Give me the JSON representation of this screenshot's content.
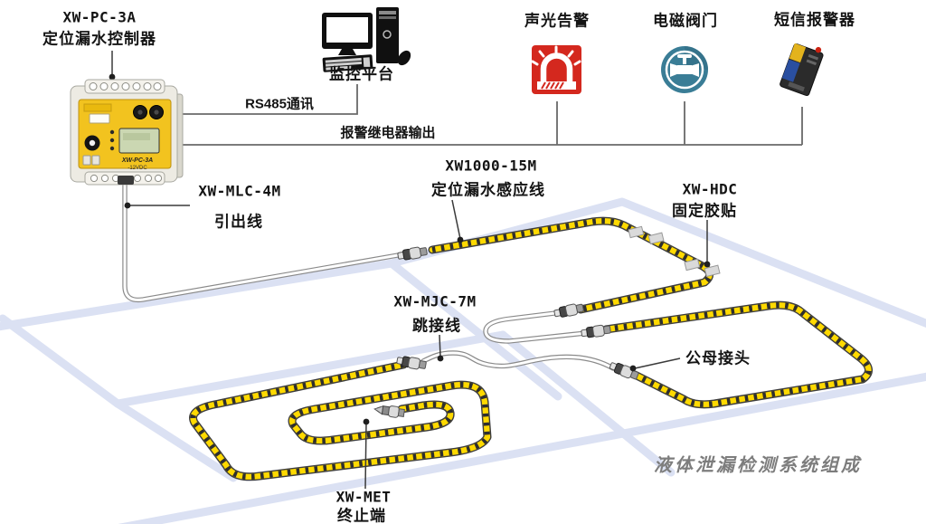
{
  "diagram_title": "液体泄漏检测系统组成",
  "controller": {
    "model": "XW-PC-3A",
    "name": "定位漏水控制器",
    "face_line1": "XW-PC-3A",
    "face_line2": "-12VDC"
  },
  "monitor_platform": {
    "label": "监控平台"
  },
  "connections": {
    "rs485": "RS485通讯",
    "relay_output": "报警继电器输出"
  },
  "alarm_devices": [
    {
      "label": "声光告警",
      "icon": "siren-icon"
    },
    {
      "label": "电磁阀门",
      "icon": "valve-icon"
    },
    {
      "label": "短信报警器",
      "icon": "sms-alarm-icon"
    }
  ],
  "components": {
    "lead_wire": {
      "model": "XW-MLC-4M",
      "name": "引出线"
    },
    "sensing_cable": {
      "model": "XW1000-15M",
      "name": "定位漏水感应线"
    },
    "adhesive": {
      "model": "XW-HDC",
      "name": "固定胶贴"
    },
    "jumper": {
      "model": "XW-MJC-7M",
      "name": "跳接线"
    },
    "connector": {
      "name": "公母接头"
    },
    "terminator": {
      "model": "XW-MET",
      "name": "终止端"
    }
  },
  "colors": {
    "cable_yellow": "#ffd900",
    "alarm_red": "#d4281e",
    "valve_teal": "#3a7d96",
    "floor_line": "#dbe1f3",
    "controller_panel": "#f2c31f"
  }
}
